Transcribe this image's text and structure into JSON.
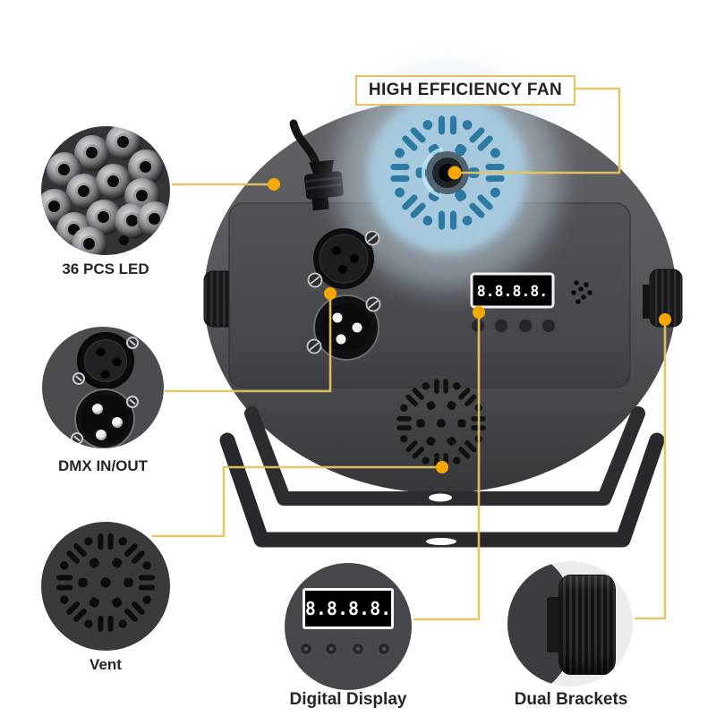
{
  "annotations": {
    "fan_label": "HIGH EFFICIENCY FAN",
    "callouts": [
      {
        "id": "led",
        "label": "36 PCS LED"
      },
      {
        "id": "dmx",
        "label": "DMX IN/OUT"
      },
      {
        "id": "vent",
        "label": "Vent"
      },
      {
        "id": "display",
        "label": "Digital Display"
      },
      {
        "id": "brackets",
        "label": "Dual Brackets"
      }
    ]
  },
  "display": {
    "value": "8.8.8.8."
  },
  "colors": {
    "accent_line": "#e6c35f",
    "accent_dot": "#f6a703",
    "fan_glow": "#a9cfe5",
    "fan_slots": "#2c7aa3",
    "body_gray": "#56575b",
    "label_text": "#252527",
    "background": "#ffffff"
  }
}
